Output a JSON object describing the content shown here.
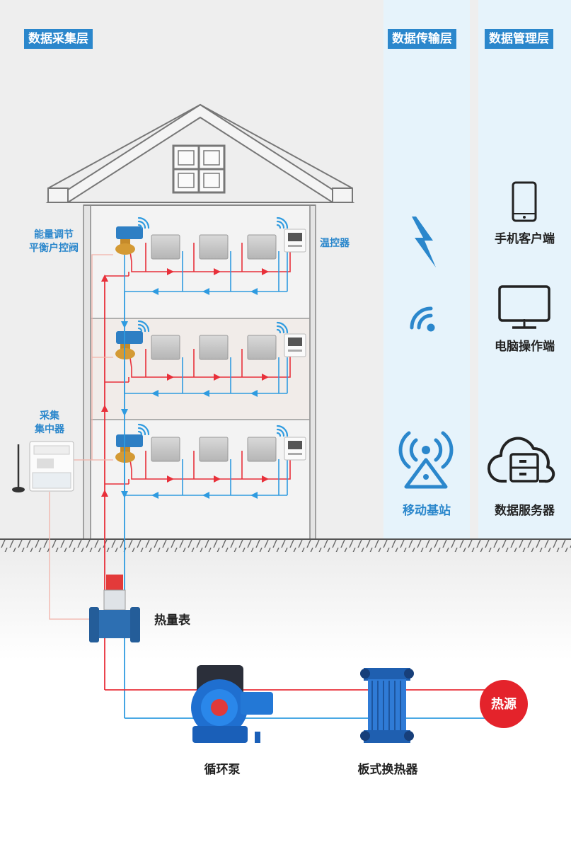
{
  "layers": {
    "collection": "数据采集层",
    "transmission": "数据传输层",
    "management": "数据管理层"
  },
  "labels": {
    "valve_line1": "能量调节",
    "valve_line2": "平衡户控阀",
    "thermostat": "温控器",
    "concentrator_line1": "采集",
    "concentrator_line2": "集中器",
    "heat_meter": "热量表",
    "pump": "循环泵",
    "exchanger": "板式换热器",
    "heat_source": "热源",
    "base_station": "移动基站",
    "mobile_client": "手机客户端",
    "pc_client": "电脑操作端",
    "server": "数据服务器"
  },
  "icons": {
    "transmission": [
      "lightning-icon",
      "wifi-icon",
      "base-station-icon"
    ],
    "management": [
      "phone-icon",
      "monitor-icon",
      "cloud-server-icon"
    ]
  },
  "colors": {
    "accent": "#2b87cc",
    "supply_pipe": "#e8303a",
    "return_pipe": "#2f9be0",
    "heat_source": "#e4232b",
    "transmission_bg": "#e6f3fb"
  }
}
